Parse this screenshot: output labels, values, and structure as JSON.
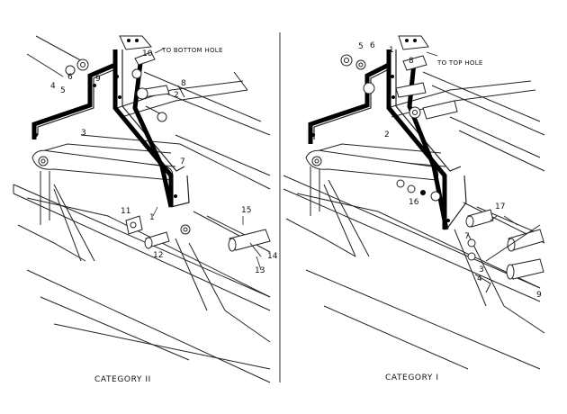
{
  "left_panel": {
    "caption": "CATEGORY II",
    "note": "TO BOTTOM HOLE",
    "callouts": [
      "1",
      "2",
      "3",
      "4",
      "5",
      "6",
      "7",
      "8",
      "9",
      "10",
      "11",
      "12",
      "13",
      "14",
      "15"
    ]
  },
  "right_panel": {
    "caption": "CATEGORY I",
    "note": "TO TOP HOLE",
    "callouts": [
      "1",
      "2",
      "3",
      "4",
      "5",
      "6",
      "7",
      "8",
      "9",
      "16",
      "17"
    ]
  }
}
